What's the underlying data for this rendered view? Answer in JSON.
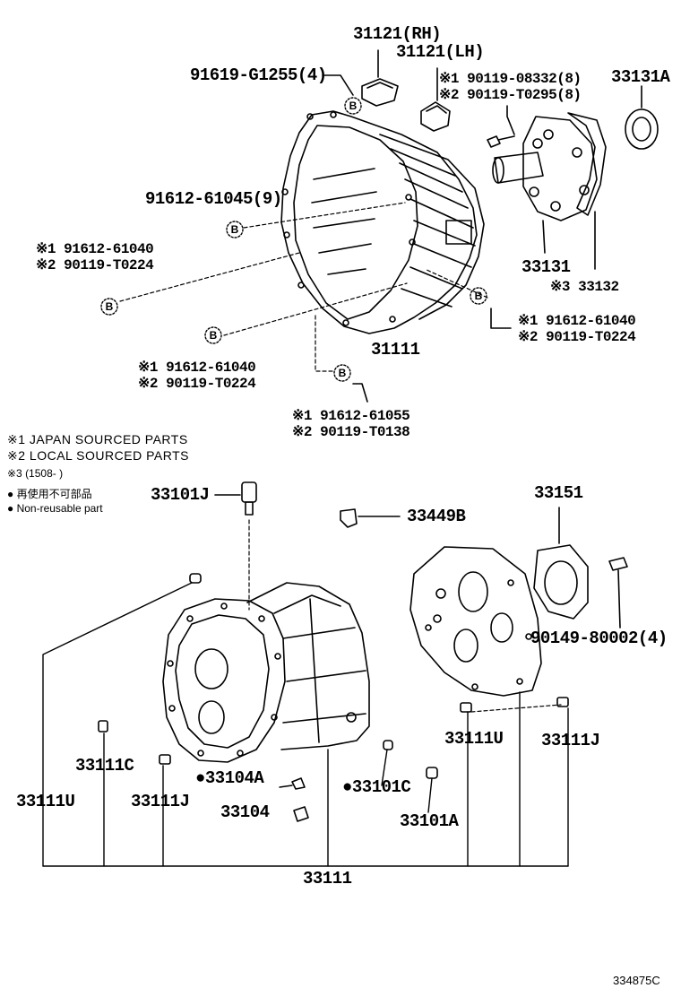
{
  "labels": {
    "p31121rh": "31121(RH)",
    "p31121lh": "31121(LH)",
    "p91619": "91619-G1255(4)",
    "p90119_08332": "※1 90119-08332(8)",
    "p90119_t0295": "※2 90119-T0295(8)",
    "p33131a": "33131A",
    "p91612_61045": "91612-61045(9)",
    "left_a1": "※1 91612-61040",
    "left_a2": "※2 90119-T0224",
    "p33131": "33131",
    "p33132": "※3 33132",
    "right_b1": "※1 91612-61040",
    "right_b2": "※2 90119-T0224",
    "p31111": "31111",
    "mid_c1": "※1 91612-61040",
    "mid_c2": "※2 90119-T0224",
    "low_d1": "※1 91612-61055",
    "low_d2": "※2 90119-T0138",
    "p33101j": "33101J",
    "p33449b": "33449B",
    "p33151": "33151",
    "p90149": "90149-80002(4)",
    "p33111c": "33111C",
    "p33111u_left": "33111U",
    "p33111j_left": "33111J",
    "p33104a": "●33104A",
    "p33104": "33104",
    "p33101c": "●33101C",
    "p33101a": "33101A",
    "p33111u_right": "33111U",
    "p33111j_right": "33111J",
    "p33111": "33111"
  },
  "notes": {
    "n1": "※1 JAPAN SOURCED PARTS",
    "n2": "※2 LOCAL SOURCED PARTS",
    "n3": "※3 (1508-      )",
    "n4": "● 再使用不可部品",
    "n5": "● Non-reusable part"
  },
  "marker_letter": "B",
  "figure_code": "334875C"
}
